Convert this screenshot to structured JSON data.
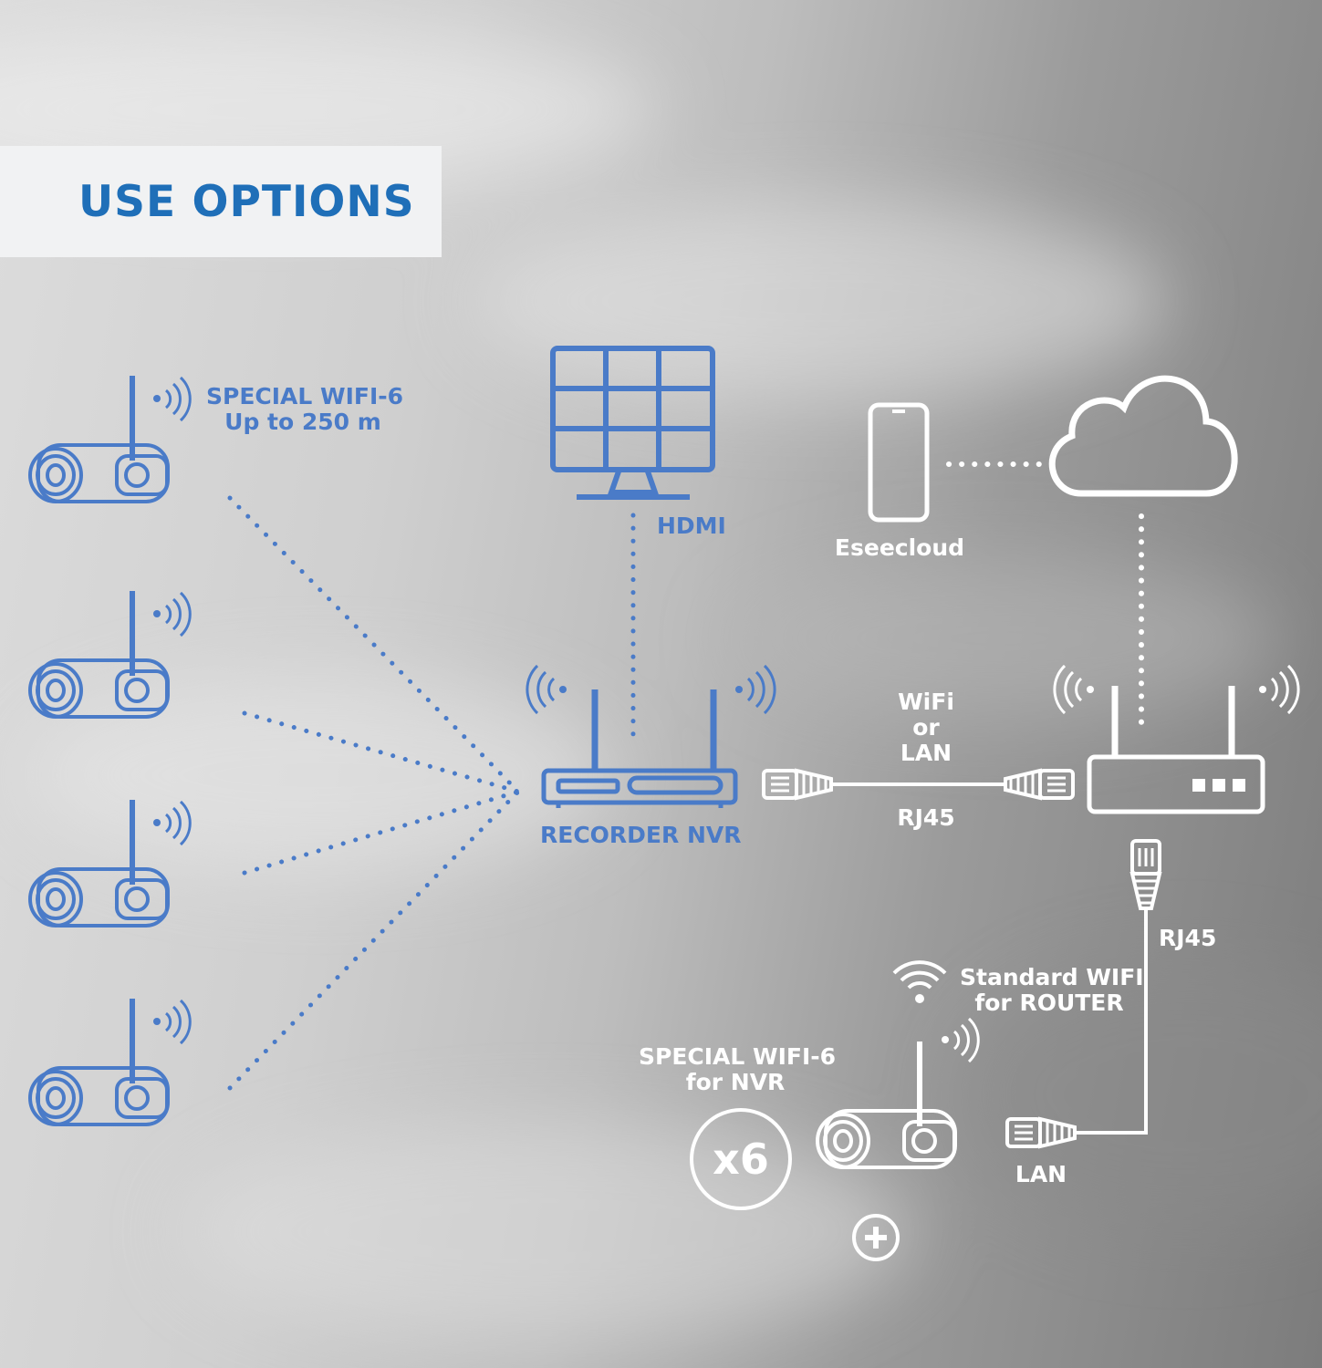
{
  "title": "USE OPTIONS",
  "labels": {
    "special_wifi_cameras": [
      "SPECIAL WIFI-6",
      "Up to 250 m"
    ],
    "hdmi": "HDMI",
    "recorder": "RECORDER NVR",
    "eseecloud": "Eseecloud",
    "wifi_or_lan": [
      "WiFi",
      "or",
      "LAN"
    ],
    "rj45_link": "RJ45",
    "rj45_router": "RJ45",
    "standard_wifi": [
      "Standard WIFI",
      "for ROUTER"
    ],
    "special_wifi_nvr": [
      "SPECIAL WIFI-6",
      "for NVR"
    ],
    "x6": "x6",
    "lan": "LAN"
  },
  "colors": {
    "blue": "#4a7bc8",
    "white": "#ffffff",
    "title": "#1f6fb8",
    "banner": "#f1f2f3"
  },
  "icons": [
    "camera-icon",
    "monitor-icon",
    "nvr-router-icon",
    "smartphone-icon",
    "cloud-icon",
    "router-icon",
    "rj45-plug-icon",
    "wifi-icon",
    "plus-icon"
  ]
}
